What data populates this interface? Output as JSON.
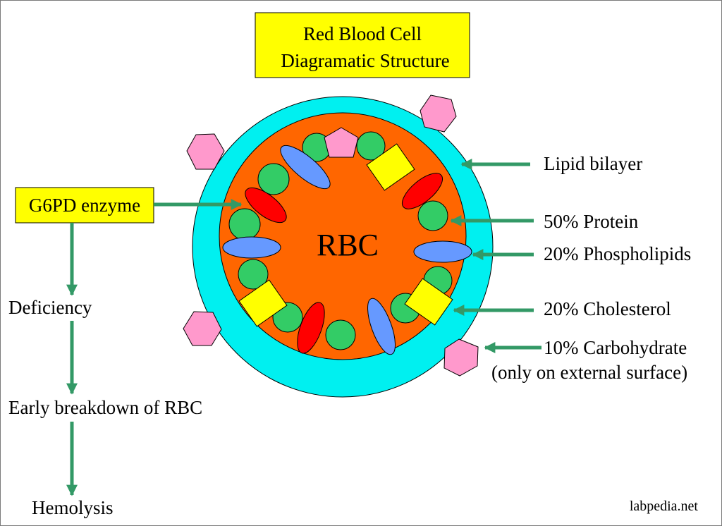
{
  "title": {
    "line1": "Red Blood Cell",
    "line2": "Diagramatic Structure"
  },
  "cell": {
    "center_label": "RBC"
  },
  "components": {
    "lipid_bilayer": "Lipid bilayer",
    "protein": "50% Protein",
    "phospholipids": "20% Phospholipids",
    "cholesterol": "20% Cholesterol",
    "carbohydrate_line1": "10% Carbohydrate",
    "carbohydrate_line2": "(only on external surface)"
  },
  "flow": {
    "enzyme": "G6PD enzyme",
    "step1": "Deficiency",
    "step2": "Early breakdown of RBC",
    "step3": "Hemolysis"
  },
  "watermark": "labpedia.net",
  "colors": {
    "membrane": "#00f0f0",
    "cytoplasm": "#ff6600",
    "protein": "#33cc66",
    "phospholipid": "#6699ff",
    "enzyme": "#ff0000",
    "cholesterol": "#ffff00",
    "carbohydrate": "#ff99cc",
    "arrow": "#339966",
    "label_box": "#ffff00"
  }
}
